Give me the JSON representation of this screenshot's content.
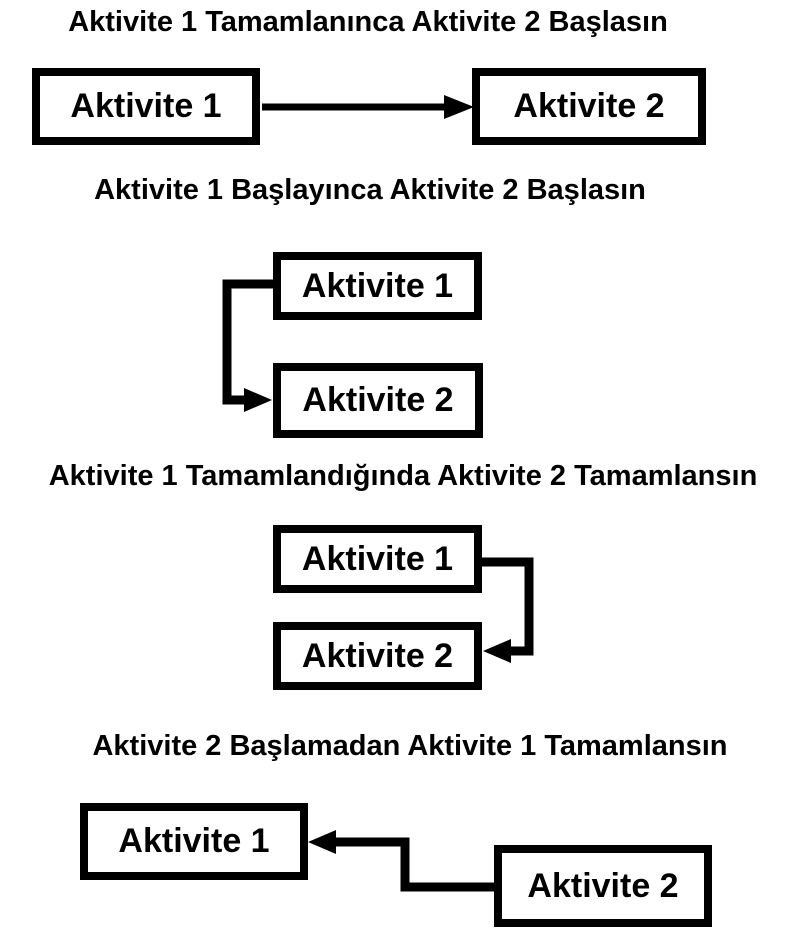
{
  "page": {
    "background": "#ffffff",
    "ink": "#000000"
  },
  "sections": [
    {
      "id": "finish-to-start",
      "title": "Aktivite 1 Tamamlanınca Aktivite 2 Başlasın",
      "boxes": [
        "Aktivite 1",
        "Aktivite 2"
      ],
      "connector": {
        "from": "Aktivite 1",
        "to": "Aktivite 2",
        "type": "finish-to-start",
        "direction": "right"
      }
    },
    {
      "id": "start-to-start",
      "title": "Aktivite 1 Başlayınca Aktivite 2 Başlasın",
      "boxes": [
        "Aktivite 1",
        "Aktivite 2"
      ],
      "connector": {
        "from": "Aktivite 1",
        "to": "Aktivite 2",
        "type": "start-to-start",
        "direction": "left-side-down"
      }
    },
    {
      "id": "finish-to-finish",
      "title": "Aktivite 1 Tamamlandığında Aktivite 2 Tamamlansın",
      "boxes": [
        "Aktivite 1",
        "Aktivite 2"
      ],
      "connector": {
        "from": "Aktivite 1",
        "to": "Aktivite 2",
        "type": "finish-to-finish",
        "direction": "right-side-down"
      }
    },
    {
      "id": "start-to-finish",
      "title": "Aktivite 2 Başlamadan Aktivite 1 Tamamlansın",
      "boxes": [
        "Aktivite 1",
        "Aktivite 2"
      ],
      "connector": {
        "from": "Aktivite 2",
        "to": "Aktivite 1",
        "type": "start-to-finish",
        "direction": "left"
      }
    }
  ]
}
